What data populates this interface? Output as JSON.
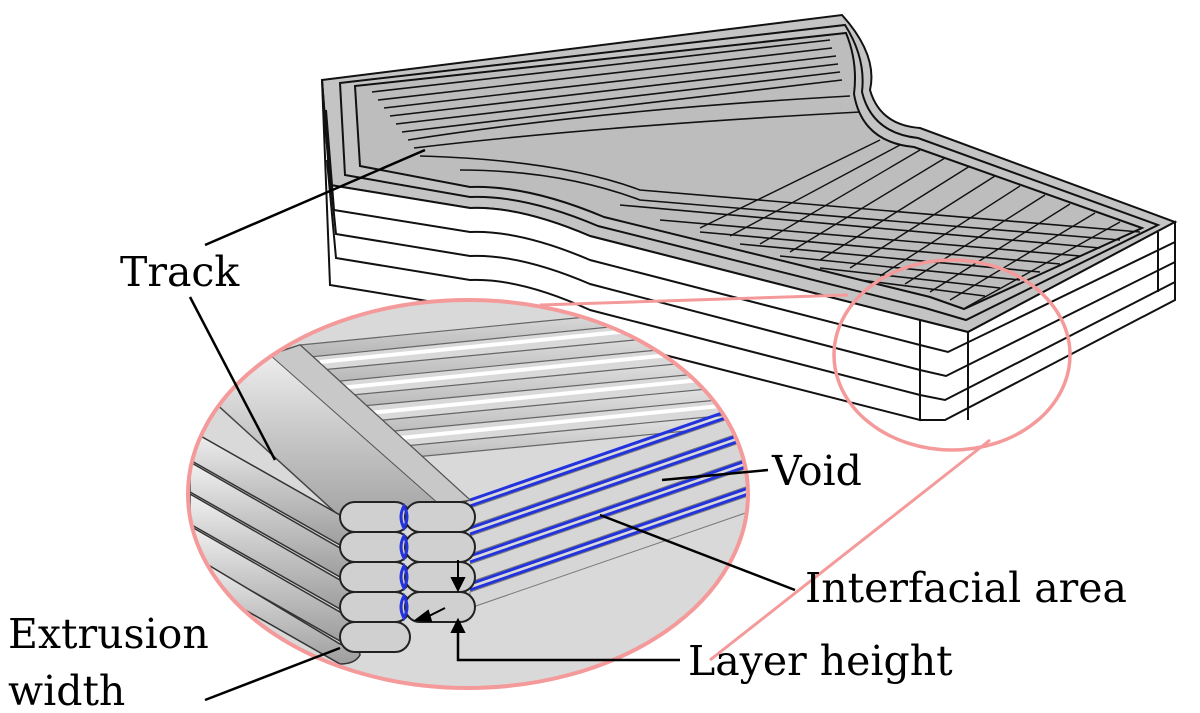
{
  "labels": {
    "track": "Track",
    "void": "Void",
    "interfacial_area": "Interfacial area",
    "layer_height": "Layer height",
    "extrusion_width_line1": "Extrusion",
    "extrusion_width_line2": "width"
  },
  "colors": {
    "magnifier_outline": "#f59a9a",
    "track_fill": "#bdbdbd",
    "track_highlight": "#ececec",
    "track_stroke": "#111111",
    "void_highlight": "#2233dd",
    "side_face": "#ffffff"
  }
}
